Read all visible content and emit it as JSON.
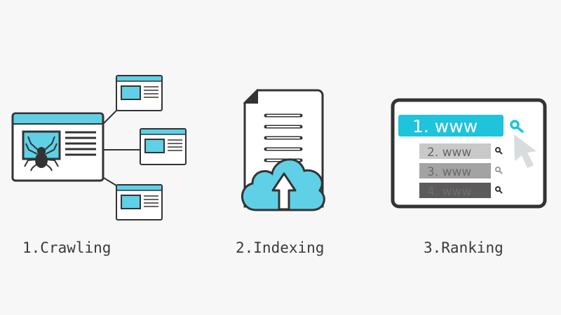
{
  "steps": [
    {
      "label": "1.Crawling",
      "icon": "spider-web-crawl-icon"
    },
    {
      "label": "2.Indexing",
      "icon": "document-cloud-upload-icon"
    },
    {
      "label": "3.Ranking",
      "icon": "search-results-ranking-icon"
    }
  ],
  "ranking": {
    "results": [
      "1. www",
      "2. www",
      "3. www",
      "4. www"
    ]
  },
  "colors": {
    "accent": "#5fd0e6",
    "highlight": "#1ec3dc",
    "outline": "#333333",
    "rank2": "#c9c9c9",
    "rank3": "#a3a3a3",
    "rank4": "#5c5a5b"
  }
}
